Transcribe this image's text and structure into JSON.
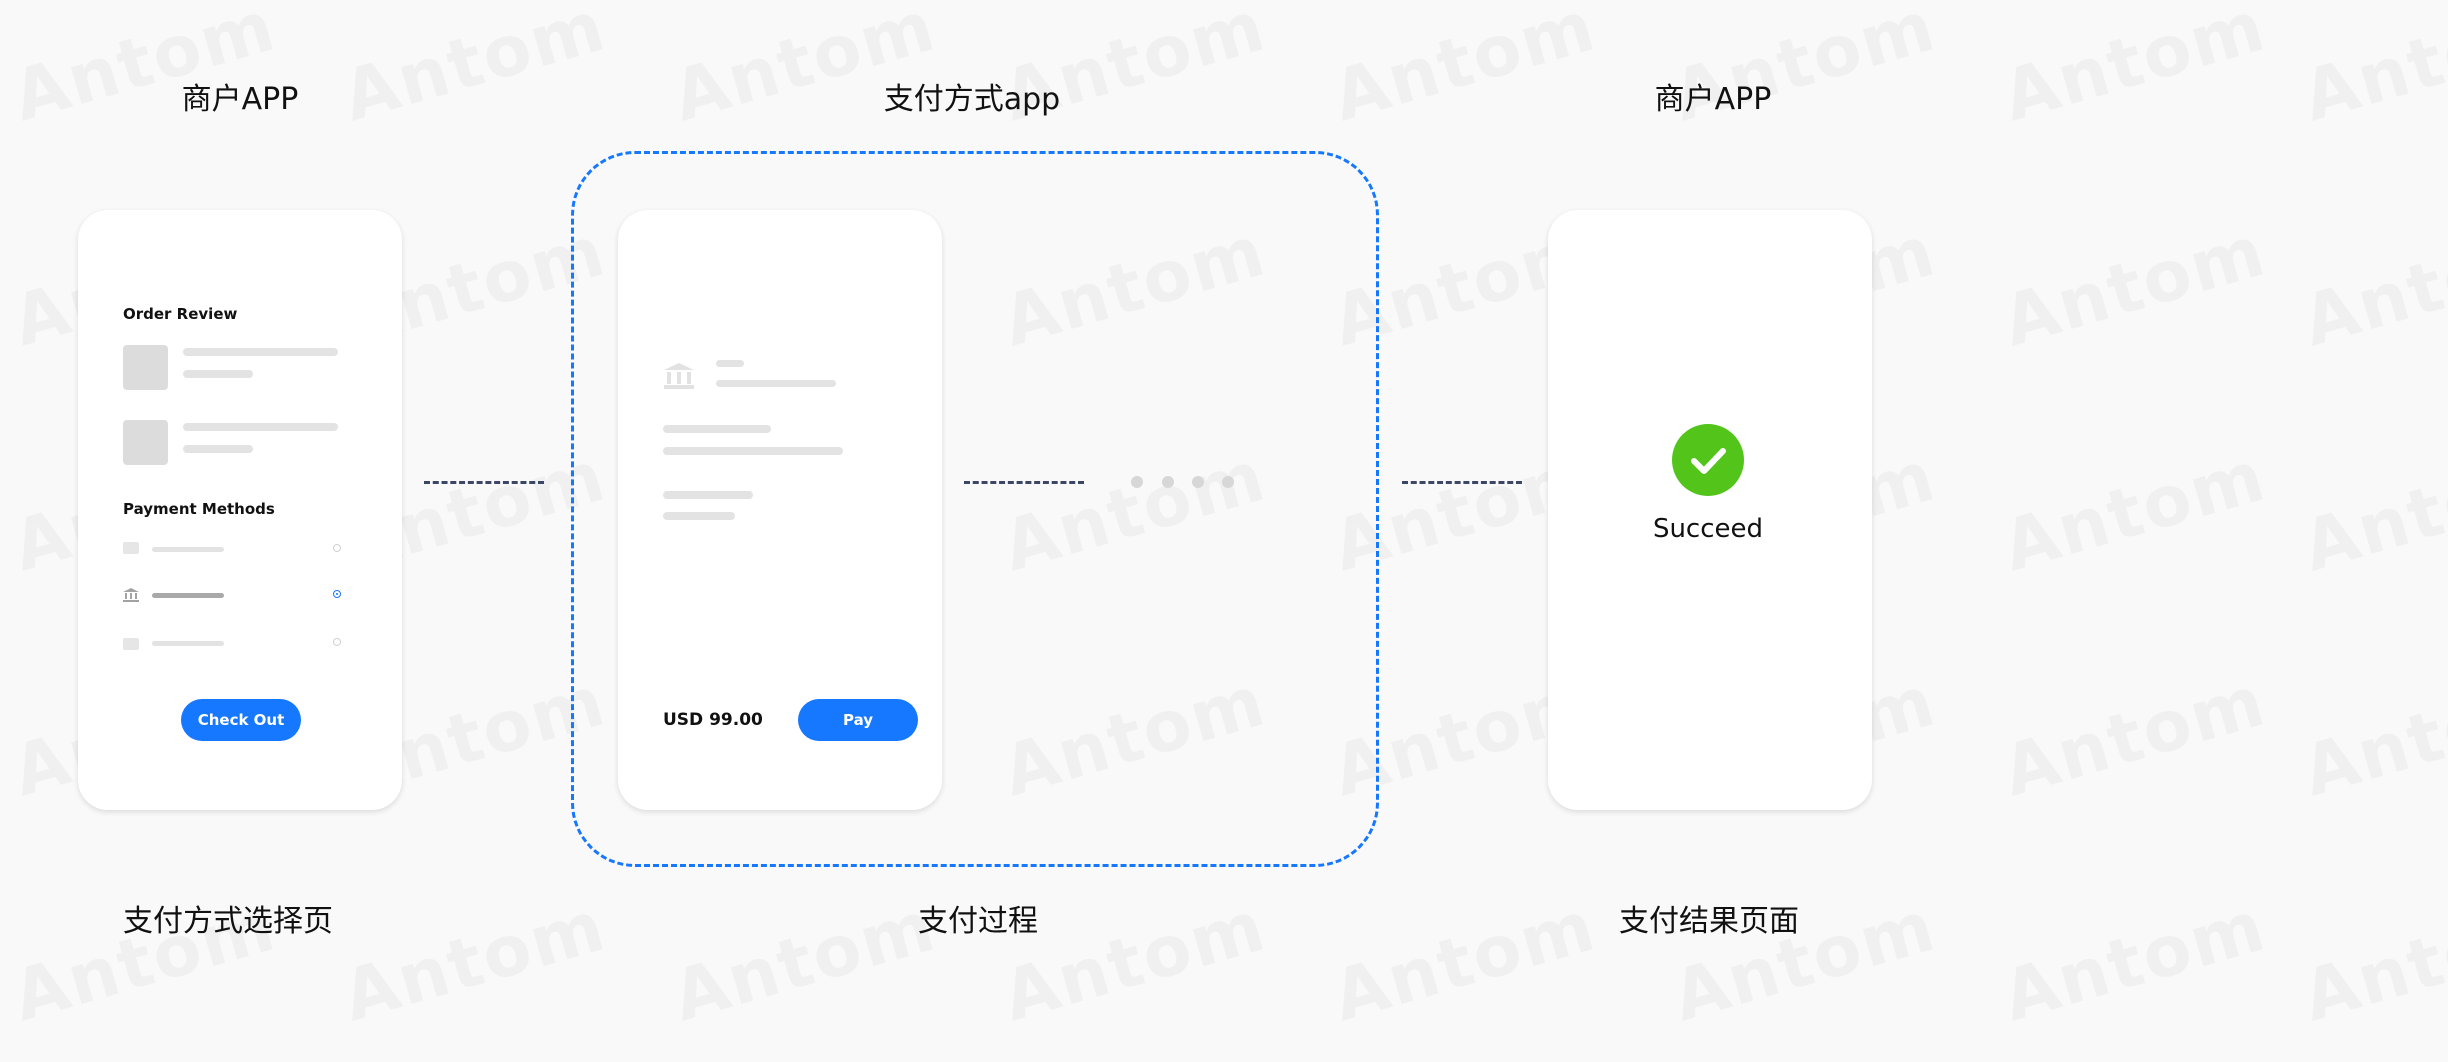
{
  "watermark": "Antom",
  "columns": {
    "merchant_left_title": "商户APP",
    "wallet_title": "支付方式app",
    "merchant_right_title": "商户APP"
  },
  "checkout_screen": {
    "order_review": "Order Review",
    "payment_methods": "Payment Methods",
    "checkout_button": "Check Out"
  },
  "pay_screen": {
    "amount": "USD 99.00",
    "pay_button": "Pay"
  },
  "result_screen": {
    "status": "Succeed"
  },
  "captions": {
    "left": "支付方式选择页",
    "middle": "支付过程",
    "right": "支付结果页面"
  },
  "colors": {
    "accent": "#1677ff",
    "success": "#52c41a",
    "connector": "#3b4668"
  }
}
